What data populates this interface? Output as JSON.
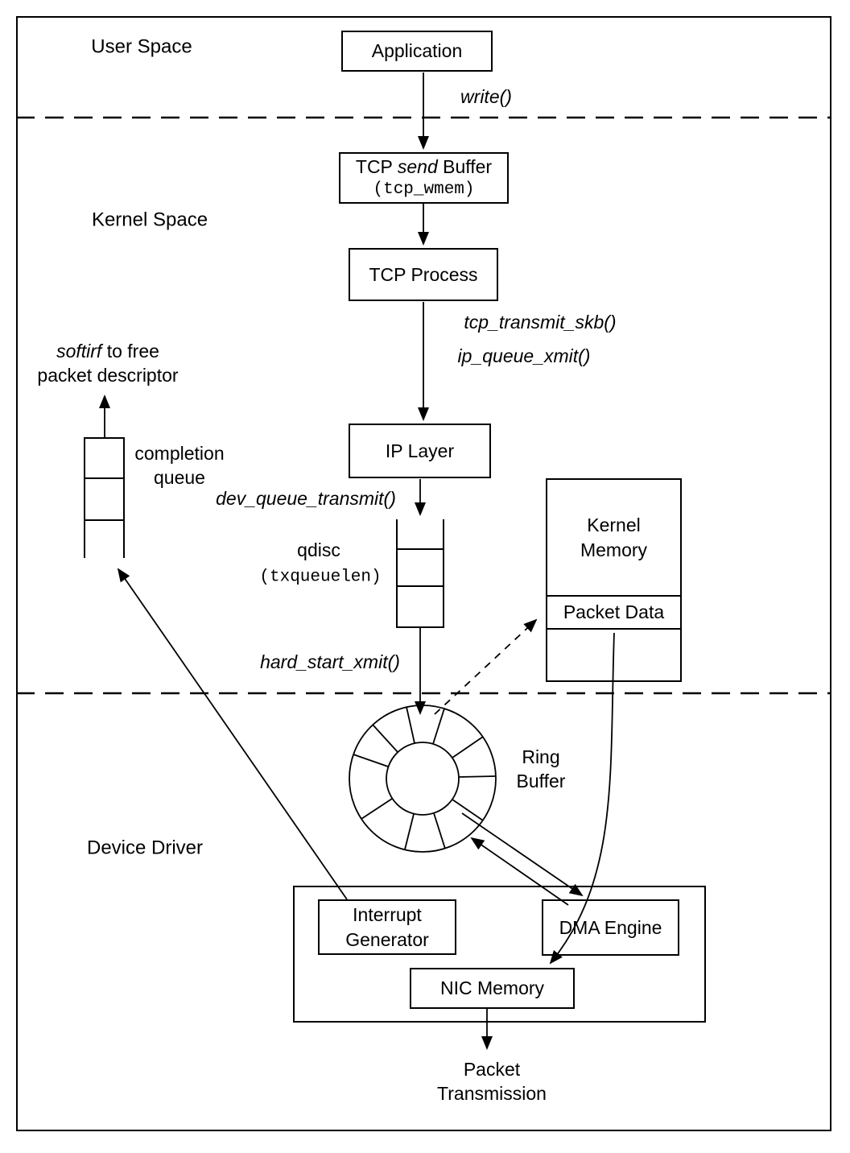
{
  "regions": {
    "user_space": "User Space",
    "kernel_space": "Kernel Space",
    "device_driver": "Device Driver"
  },
  "nodes": {
    "application": "Application",
    "tcp_send_buffer": {
      "pre": "TCP ",
      "it": "send",
      "post": " Buffer",
      "param": "(tcp_wmem)"
    },
    "tcp_process": "TCP Process",
    "ip_layer": "IP Layer",
    "qdisc": {
      "label": "qdisc",
      "param": "(txqueuelen)"
    },
    "kernel_memory": {
      "line1": "Kernel",
      "line2": "Memory"
    },
    "packet_data": "Packet Data",
    "ring_buffer": {
      "line1": "Ring",
      "line2": "Buffer"
    },
    "completion_queue": {
      "line1": "completion",
      "line2": "queue"
    },
    "interrupt_generator": {
      "line1": "Interrupt",
      "line2": "Generator"
    },
    "dma_engine": "DMA Engine",
    "nic_memory": "NIC Memory",
    "packet_transmission": {
      "line1": "Packet",
      "line2": "Transmission"
    }
  },
  "calls": {
    "write": "write()",
    "tcp_transmit_skb": "tcp_transmit_skb()",
    "ip_queue_xmit": "ip_queue_xmit()",
    "dev_queue_transmit": "dev_queue_transmit()",
    "hard_start_xmit": "hard_start_xmit()"
  },
  "notes": {
    "softirq_free": {
      "it": "softirf",
      "rest": " to free",
      "line2": "packet descriptor"
    }
  },
  "colors": {
    "ink": "#000000",
    "background": "#ffffff"
  }
}
